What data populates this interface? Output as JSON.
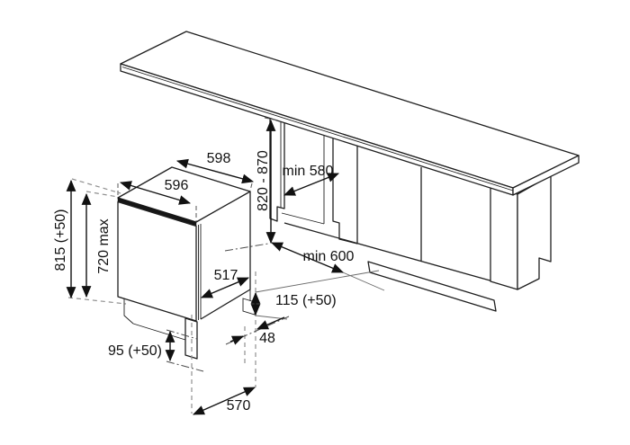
{
  "diagram": {
    "kind": "built-in appliance installation drawing",
    "colors": {
      "background": "#ffffff",
      "line": "#1f1f1f",
      "projection_gray": "#8f8f8f"
    },
    "dimensions": {
      "appliance": {
        "width_top_rear": "598",
        "width_top_front": "596",
        "overall_height": "815 (+50)",
        "body_height": "720 max",
        "depth_top": "517",
        "depth_overall": "570",
        "plinth_height": "95 (+50)",
        "rear_clearance": "115 (+50)",
        "door_base_offset": "48"
      },
      "niche": {
        "height_range": "820 - 870",
        "depth_min": "min 580",
        "width_min": "min 600"
      }
    }
  }
}
